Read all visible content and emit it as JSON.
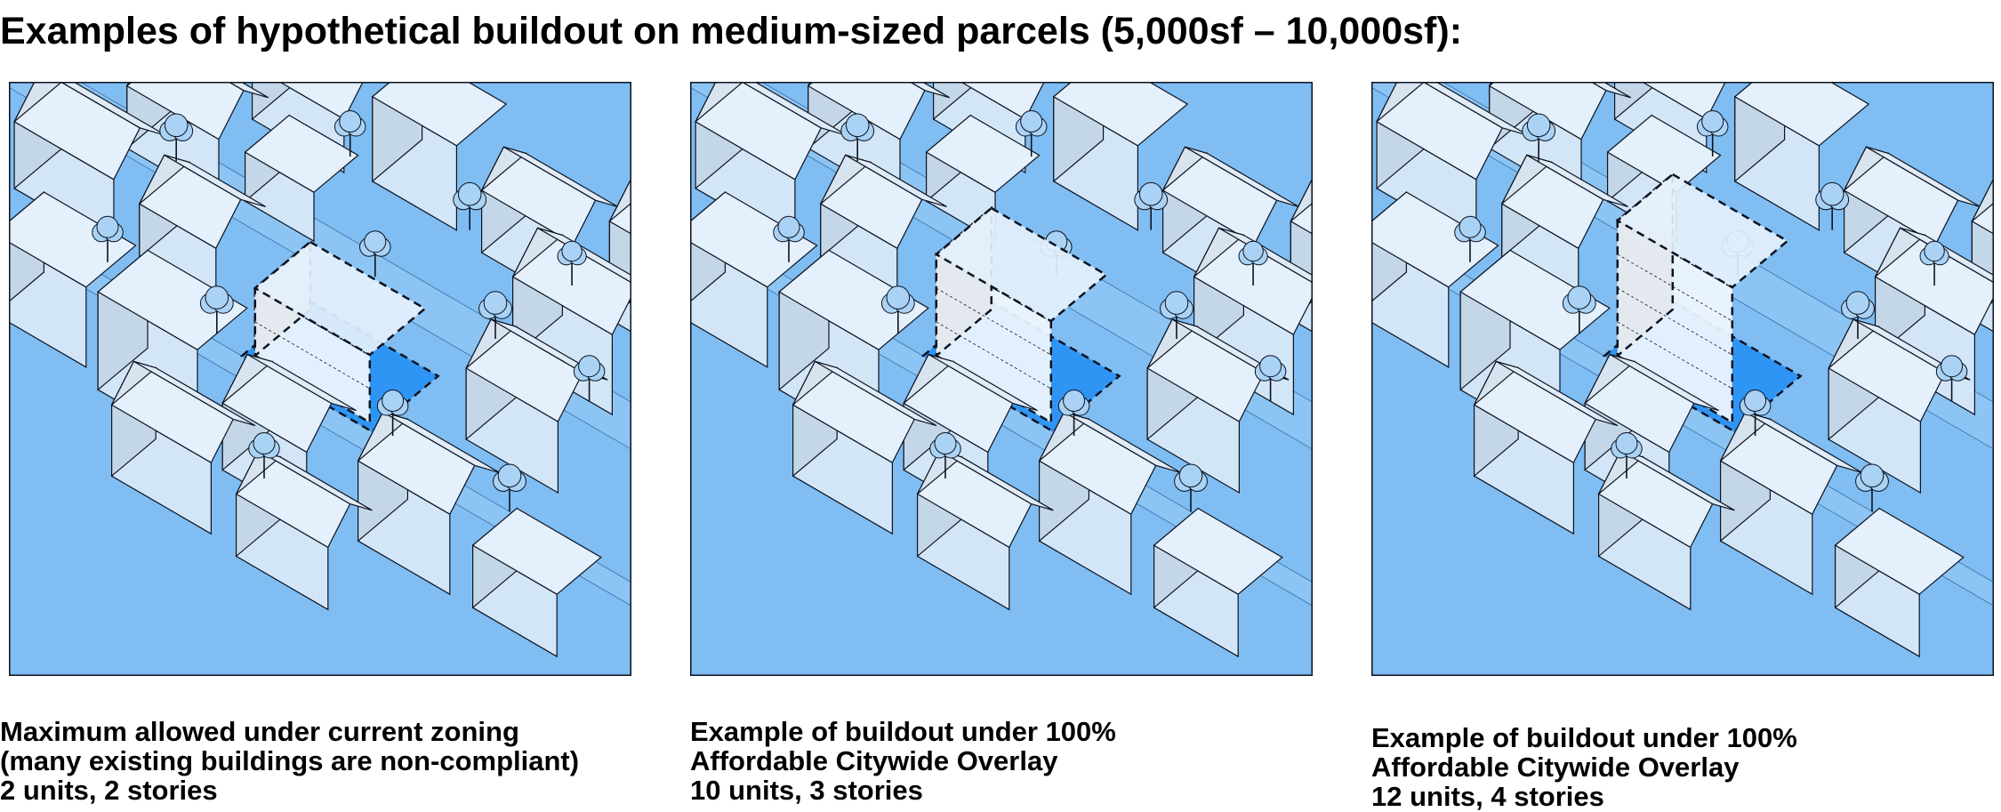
{
  "title": "Examples of hypothetical buildout on medium-sized parcels (5,000sf – 10,000sf):",
  "colors": {
    "ground": "#7fbdf2",
    "street": "#8cc5f4",
    "building_face": "#d3e6f8",
    "building_roof": "#e4f0fb",
    "tree": "#a9d2f5",
    "parcel": "#2f95f4",
    "proposed": "#f2f7fd",
    "outline": "#0d1320"
  },
  "panels": [
    {
      "caption_lines": [
        "Maximum allowed under current zoning",
        "(many existing buildings are non-compliant)",
        "2 units, 2 stories"
      ],
      "stories": 2
    },
    {
      "caption_lines": [
        "Example of buildout under 100%",
        "Affordable Citywide Overlay",
        "10 units, 3 stories"
      ],
      "stories": 3
    },
    {
      "caption_lines": [
        "Example of buildout under 100%",
        "Affordable Citywide Overlay",
        "12 units, 4 stories"
      ],
      "stories": 4
    }
  ]
}
